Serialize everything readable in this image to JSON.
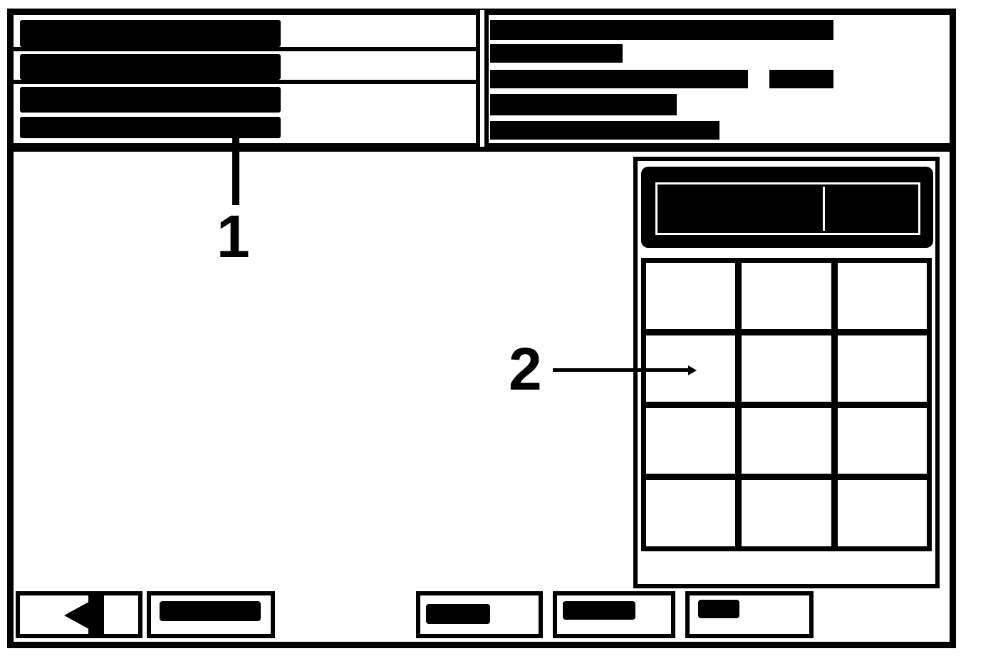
{
  "callouts": {
    "label_1": "1",
    "label_2": "2"
  },
  "colors": {
    "ink": "#000000",
    "paper": "#ffffff"
  },
  "header": {
    "left_rows": 4,
    "right_lines": 5
  },
  "keypad": {
    "rows": 4,
    "columns": 3
  },
  "softkeys": {
    "count": 5,
    "back_icon": "back-arrow-icon"
  }
}
